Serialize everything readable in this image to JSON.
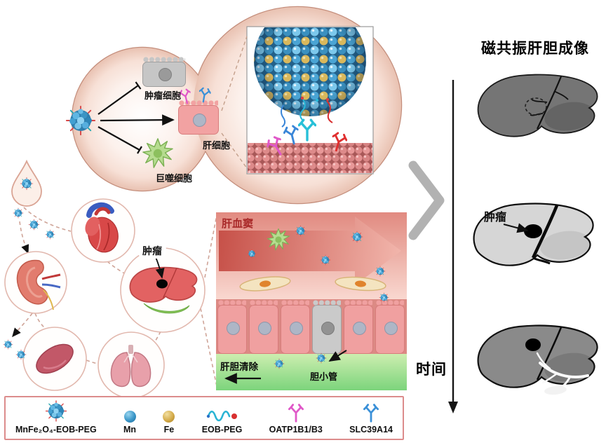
{
  "figure": {
    "balloon": {
      "tumor_cell": "肿瘤细胞",
      "hepatocyte": "肝细胞",
      "macrophage": "巨噬细胞"
    },
    "mri": {
      "title": "磁共振肝胆成像",
      "tumor_label": "肿瘤",
      "time_label": "时间"
    },
    "circulation": {
      "tumor_label": "肿瘤"
    },
    "sinusoid": {
      "title": "肝血窦",
      "clearance": "肝胆清除",
      "bile_canaliculus": "胆小管"
    },
    "legend": {
      "items": [
        {
          "icon": "nanoparticle-icon",
          "label": "MnFe₂O₄-EOB-PEG"
        },
        {
          "icon": "mn-sphere-icon",
          "label": "Mn"
        },
        {
          "icon": "fe-sphere-icon",
          "label": "Fe"
        },
        {
          "icon": "eob-peg-icon",
          "label": "EOB-PEG"
        },
        {
          "icon": "oatp-receptor-icon",
          "label": "OATP1B1/B3"
        },
        {
          "icon": "slc-receptor-icon",
          "label": "SLC39A14"
        }
      ]
    },
    "colors": {
      "mn": "#3a96c8",
      "fe": "#d4ab4a",
      "oatp": "#e058c8",
      "slc": "#3a90d8",
      "liver_dark": "#757575",
      "liver_light": "#d6d6d6",
      "liver_mid": "#8a8a8a",
      "sinusoid_red": "#c44a42",
      "clearance_green": "#7cd47c"
    }
  }
}
